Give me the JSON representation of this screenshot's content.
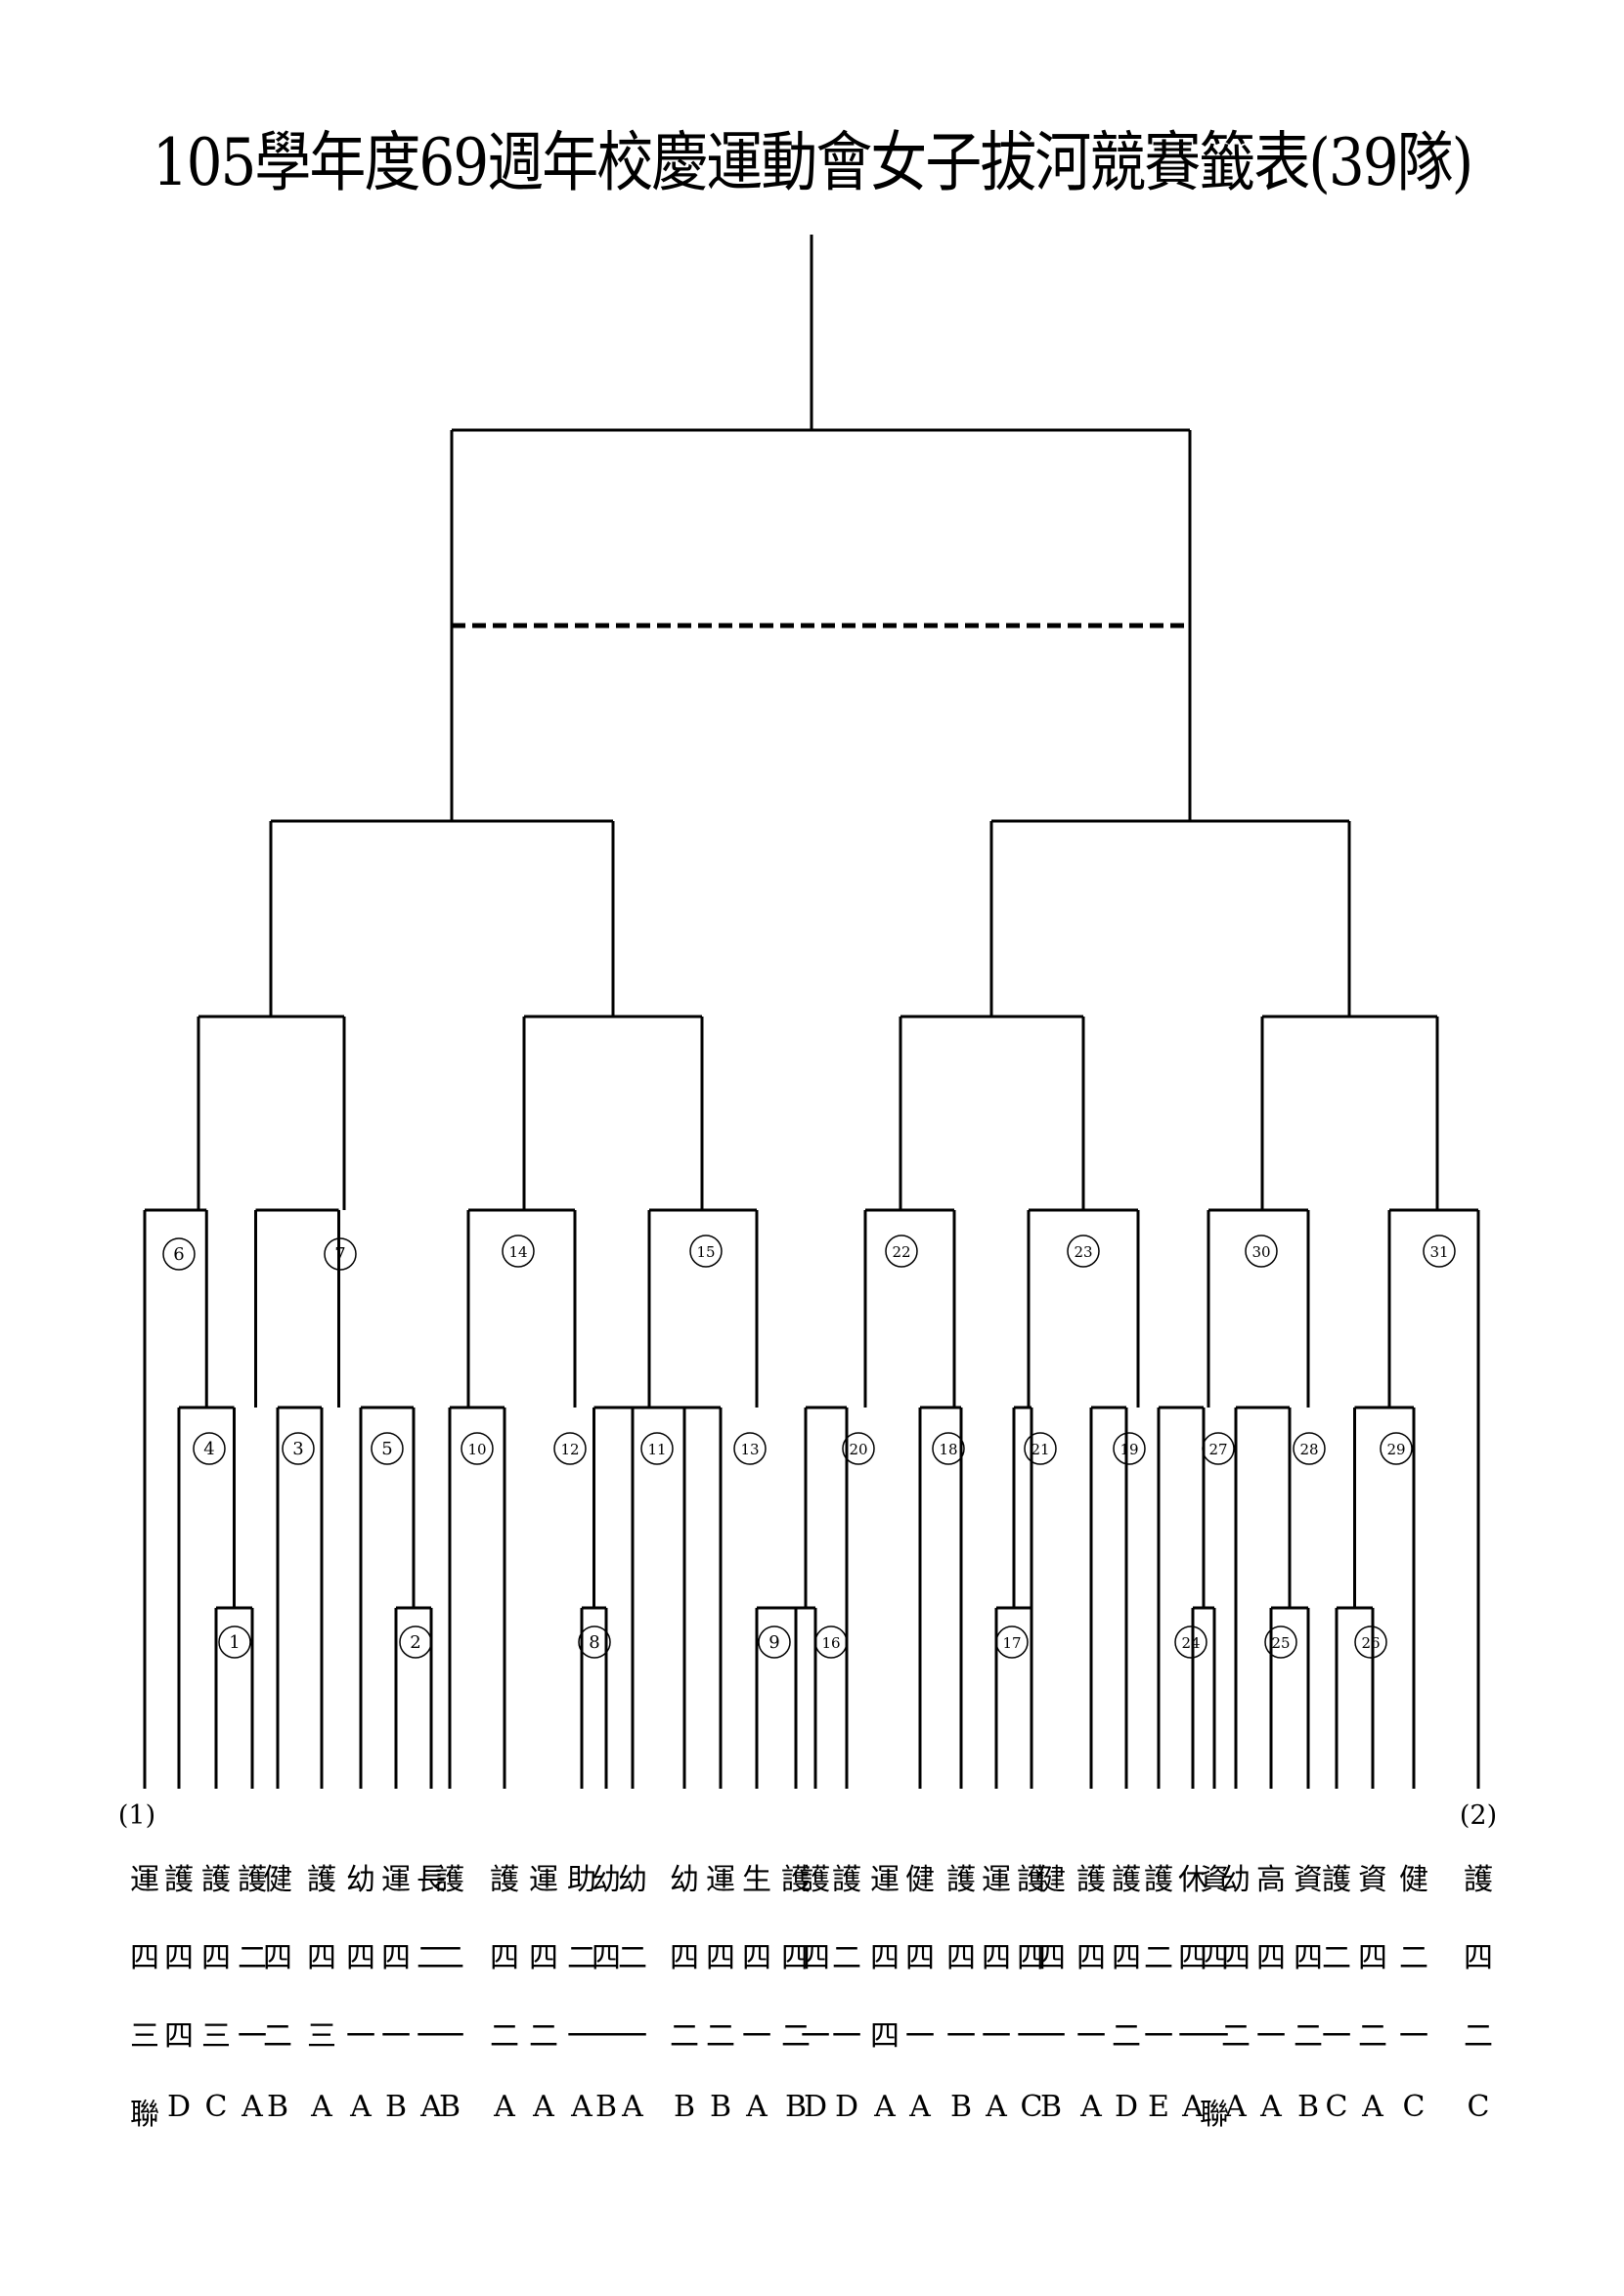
{
  "title": "105學年度69週年校慶運動會女子拔河競賽籤表(39隊)",
  "seeds": [
    "(1)",
    "(2)"
  ],
  "match_numbers": [
    "1",
    "2",
    "3",
    "4",
    "5",
    "6",
    "7",
    "8",
    "9",
    "10",
    "11",
    "12",
    "13",
    "14",
    "15",
    "16",
    "17",
    "18",
    "19",
    "20",
    "21",
    "22",
    "23",
    "24",
    "25",
    "26",
    "27",
    "28",
    "29",
    "30",
    "31"
  ],
  "teams": [
    {
      "dept": "運",
      "grade": "四",
      "cls": "三",
      "sec": "聯"
    },
    {
      "dept": "護",
      "grade": "四",
      "cls": "四",
      "sec": "D"
    },
    {
      "dept": "護",
      "grade": "四",
      "cls": "三",
      "sec": "C"
    },
    {
      "dept": "護",
      "grade": "二",
      "cls": "一",
      "sec": "A"
    },
    {
      "dept": "健",
      "grade": "四",
      "cls": "二",
      "sec": "B"
    },
    {
      "dept": "護",
      "grade": "四",
      "cls": "三",
      "sec": "A"
    },
    {
      "dept": "幼",
      "grade": "四",
      "cls": "一",
      "sec": "A"
    },
    {
      "dept": "運",
      "grade": "四",
      "cls": "一",
      "sec": "B"
    },
    {
      "dept": "長",
      "grade": "二",
      "cls": "一",
      "sec": "A"
    },
    {
      "dept": "護",
      "grade": "二",
      "cls": "一",
      "sec": "B"
    },
    {
      "dept": "護",
      "grade": "四",
      "cls": "二",
      "sec": "A"
    },
    {
      "dept": "運",
      "grade": "四",
      "cls": "二",
      "sec": "A"
    },
    {
      "dept": "助",
      "grade": "二",
      "cls": "一",
      "sec": "A"
    },
    {
      "dept": "幼",
      "grade": "四",
      "cls": "一",
      "sec": "B"
    },
    {
      "dept": "幼",
      "grade": "二",
      "cls": "一",
      "sec": "A"
    },
    {
      "dept": "幼",
      "grade": "四",
      "cls": "二",
      "sec": "B"
    },
    {
      "dept": "運",
      "grade": "四",
      "cls": "二",
      "sec": "B"
    },
    {
      "dept": "生",
      "grade": "四",
      "cls": "一",
      "sec": "A"
    },
    {
      "dept": "護",
      "grade": "四",
      "cls": "二",
      "sec": "B"
    },
    {
      "dept": "護",
      "grade": "四",
      "cls": "一",
      "sec": "D"
    },
    {
      "dept": "護",
      "grade": "二",
      "cls": "一",
      "sec": "D"
    },
    {
      "dept": "運",
      "grade": "四",
      "cls": "四",
      "sec": "A"
    },
    {
      "dept": "健",
      "grade": "四",
      "cls": "一",
      "sec": "A"
    },
    {
      "dept": "護",
      "grade": "四",
      "cls": "一",
      "sec": "B"
    },
    {
      "dept": "運",
      "grade": "四",
      "cls": "一",
      "sec": "A"
    },
    {
      "dept": "護",
      "grade": "四",
      "cls": "一",
      "sec": "C"
    },
    {
      "dept": "健",
      "grade": "四",
      "cls": "一",
      "sec": "B"
    },
    {
      "dept": "護",
      "grade": "四",
      "cls": "一",
      "sec": "A"
    },
    {
      "dept": "護",
      "grade": "四",
      "cls": "二",
      "sec": "D"
    },
    {
      "dept": "護",
      "grade": "二",
      "cls": "一",
      "sec": "E"
    },
    {
      "dept": "休",
      "grade": "四",
      "cls": "一",
      "sec": "A"
    },
    {
      "dept": "資",
      "grade": "四",
      "cls": "一",
      "sec": "聯"
    },
    {
      "dept": "幼",
      "grade": "四",
      "cls": "二",
      "sec": "A"
    },
    {
      "dept": "高",
      "grade": "四",
      "cls": "一",
      "sec": "A"
    },
    {
      "dept": "資",
      "grade": "四",
      "cls": "二",
      "sec": "B"
    },
    {
      "dept": "護",
      "grade": "二",
      "cls": "一",
      "sec": "C"
    },
    {
      "dept": "資",
      "grade": "四",
      "cls": "二",
      "sec": "A"
    },
    {
      "dept": "健",
      "grade": "二",
      "cls": "一",
      "sec": "C"
    },
    {
      "dept": "護",
      "grade": "四",
      "cls": "二",
      "sec": "C"
    }
  ]
}
